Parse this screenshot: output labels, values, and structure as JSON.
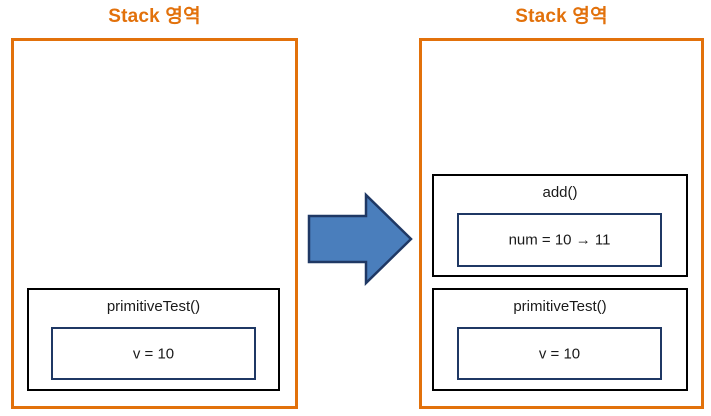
{
  "diagram": {
    "type": "stack-memory-diagram",
    "colors": {
      "panel_border": "#E2710B",
      "title_text": "#E2710B",
      "frame_border": "#000000",
      "varbox_border": "#1F3864",
      "arrow_fill": "#4A7EBC",
      "arrow_border": "#1F3864",
      "background": "#FFFFFF"
    },
    "panels": [
      {
        "id": "before",
        "title": "Stack 영역",
        "frames": [
          {
            "label": "primitiveTest()",
            "variable": "v = 10"
          }
        ]
      },
      {
        "id": "after",
        "title": "Stack 영역",
        "frames": [
          {
            "label": "add()",
            "variable": "num = 10 → 11"
          },
          {
            "label": "primitiveTest()",
            "variable": "v = 10"
          }
        ]
      }
    ],
    "arrow": {
      "name": "right-arrow-icon",
      "direction": "right"
    }
  }
}
